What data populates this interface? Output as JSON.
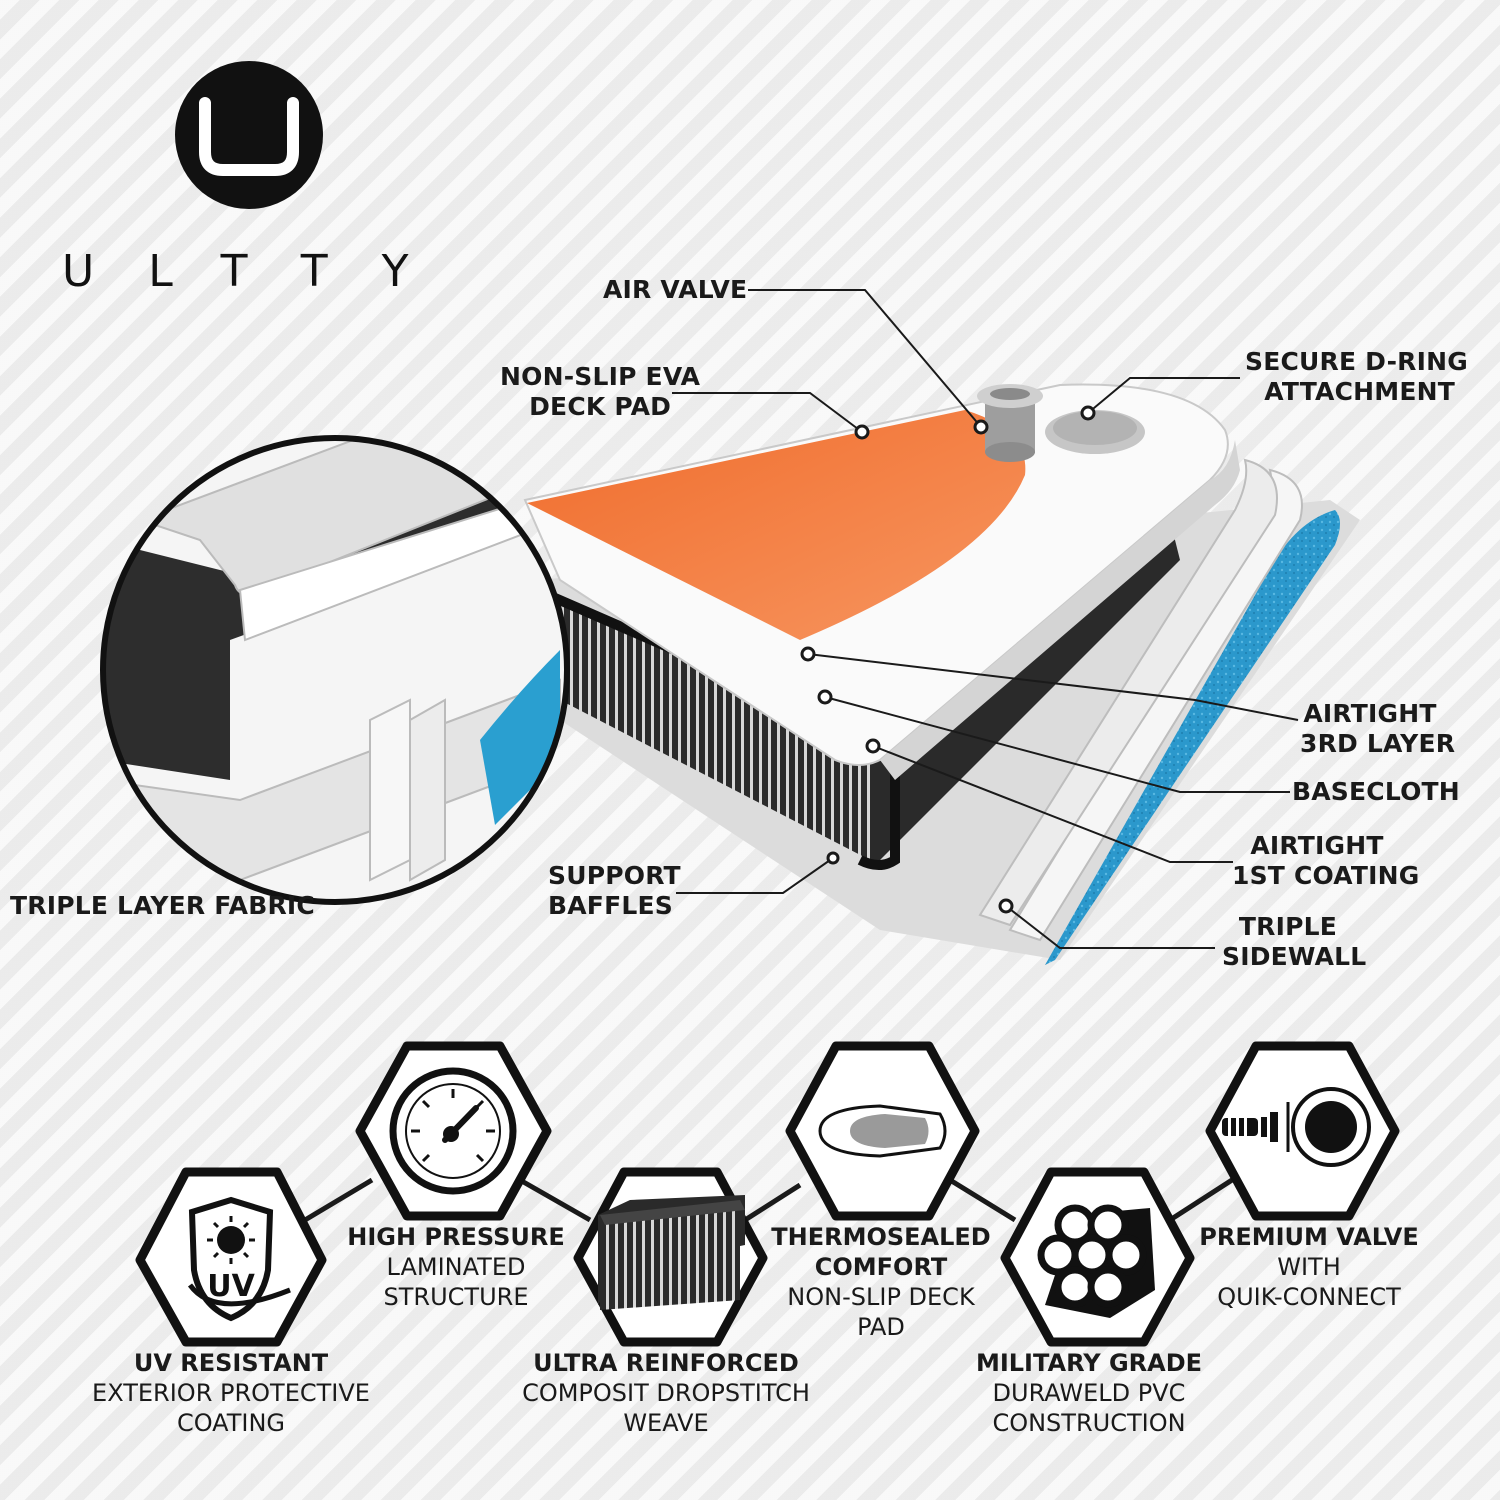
{
  "brand": {
    "name": "ULTTY"
  },
  "labels": {
    "air_valve": "AIR VALVE",
    "deck_pad": [
      "NON-SLIP EVA",
      "DECK PAD"
    ],
    "d_ring": [
      "SECURE D-RING",
      "ATTACHMENT"
    ],
    "airtight_3rd": [
      "AIRTIGHT",
      "3RD LAYER"
    ],
    "basecloth": "BASECLOTH",
    "airtight_1st": [
      "AIRTIGHT",
      "1ST COATING"
    ],
    "triple_sidewall": [
      "TRIPLE",
      "SIDEWALL"
    ],
    "support_baffles": [
      "SUPPORT",
      "BAFFLES"
    ],
    "triple_layer": "TRIPLE LAYER FABRIC"
  },
  "features": [
    {
      "title": "UV RESISTANT",
      "subtitle": [
        "EXTERIOR PROTECTIVE",
        "COATING"
      ],
      "icon": "uv-shield-icon"
    },
    {
      "title": "HIGH PRESSURE",
      "subtitle": [
        "LAMINATED",
        "STRUCTURE"
      ],
      "icon": "pressure-gauge-icon"
    },
    {
      "title": "ULTRA REINFORCED",
      "subtitle": [
        "COMPOSIT DROPSTITCH",
        "WEAVE"
      ],
      "icon": "dropstitch-icon"
    },
    {
      "title": "THERMOSEALED",
      "subtitle": [
        "COMFORT",
        "NON-SLIP DECK",
        "PAD"
      ],
      "icon": "deck-pad-icon"
    },
    {
      "title": "MILITARY GRADE",
      "subtitle": [
        "DURAWELD PVC",
        "CONSTRUCTION"
      ],
      "icon": "pvc-roll-icon"
    },
    {
      "title": "PREMIUM VALVE",
      "subtitle": [
        "WITH",
        "QUIK-CONNECT"
      ],
      "icon": "valve-icon"
    }
  ],
  "colors": {
    "deck_pad": "#f47a3c",
    "sidewall_blue": "#2a9fd0",
    "ink": "#1a1a1a"
  }
}
